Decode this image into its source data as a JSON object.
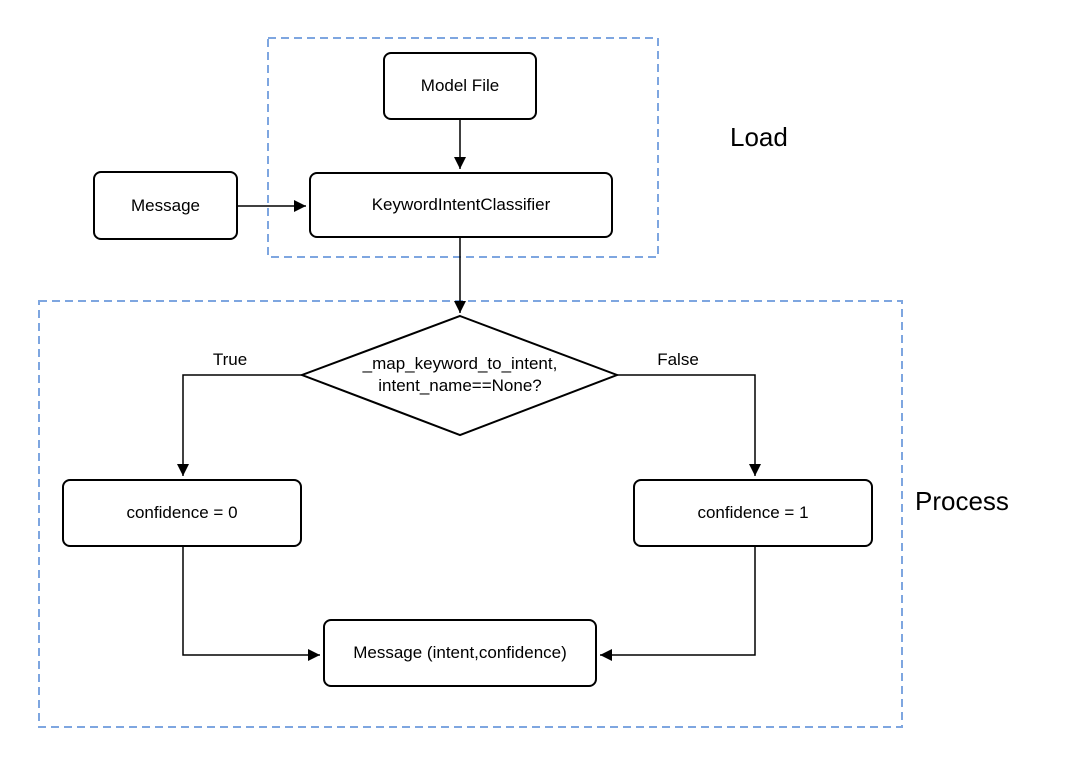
{
  "diagram": {
    "groups": {
      "load": {
        "label": "Load"
      },
      "process": {
        "label": "Process"
      }
    },
    "nodes": {
      "model_file": {
        "label": "Model File"
      },
      "message_in": {
        "label": "Message"
      },
      "classifier": {
        "label": "KeywordIntentClassifier"
      },
      "decision": {
        "line1": "_map_keyword_to_intent,",
        "line2": "intent_name==None?"
      },
      "confidence_zero": {
        "label": "confidence = 0"
      },
      "confidence_one": {
        "label": "confidence = 1"
      },
      "message_out": {
        "label": "Message (intent,confidence)"
      }
    },
    "edge_labels": {
      "true_branch": "True",
      "false_branch": "False"
    },
    "colors": {
      "group_border": "#7ea6e0",
      "node_border": "#000000",
      "arrow": "#000000",
      "text": "#000000",
      "background": "#ffffff"
    }
  }
}
